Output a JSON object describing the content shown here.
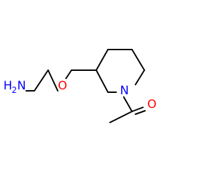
{
  "molecule": {
    "atoms": [
      {
        "symbol": "N",
        "color": "#0000ff"
      },
      {
        "symbol": "O",
        "color": "#ff0000"
      },
      {
        "symbol": "O",
        "color": "#ff0000"
      }
    ],
    "amine": {
      "main": "H",
      "subscript": "2",
      "tail": "N",
      "color": "#0000ff"
    }
  }
}
